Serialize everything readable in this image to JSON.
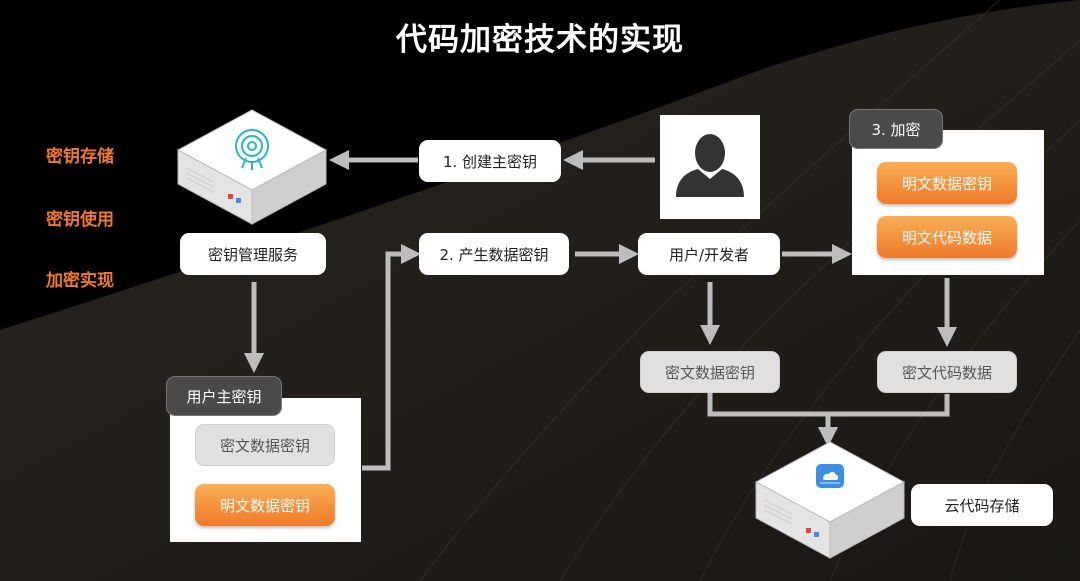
{
  "title": "代码加密技术的实现",
  "side_labels": [
    "密钥存储",
    "密钥使用",
    "加密实现"
  ],
  "kms": {
    "label": "密钥管理服务"
  },
  "cmk": {
    "header": "用户主密钥",
    "items": [
      "密文数据密钥",
      "明文数据密钥"
    ]
  },
  "steps": {
    "create": "1. 创建主密钥",
    "generate": "2. 产生数据密钥",
    "encrypt": "3. 加密"
  },
  "user": {
    "label": "用户/开发者"
  },
  "encrypt_items": [
    "明文数据密钥",
    "明文代码数据"
  ],
  "cipher_key": "密文数据密钥",
  "cipher_code": "密文代码数据",
  "storage": {
    "label": "云代码存储"
  },
  "colors": {
    "accent": "#f07a2c",
    "arrow": "#bdbdbd",
    "storage_icon": "#3a8ee6",
    "kms_icon": "#2ab3c9"
  }
}
